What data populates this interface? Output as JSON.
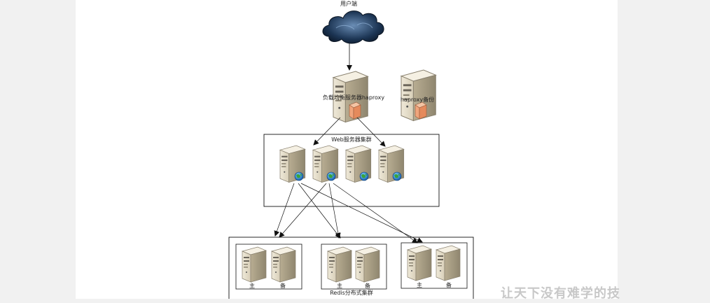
{
  "client_label": "用户端",
  "lb_primary_label": "负载均衡服务器haproxy",
  "lb_backup_label": "haproxy备份",
  "web_cluster_label": "Web服务器集群",
  "redis_cluster_label": "Redis分布式集群",
  "master_label": "主",
  "standby_label": "备",
  "watermark": "让天下没有难学的技"
}
